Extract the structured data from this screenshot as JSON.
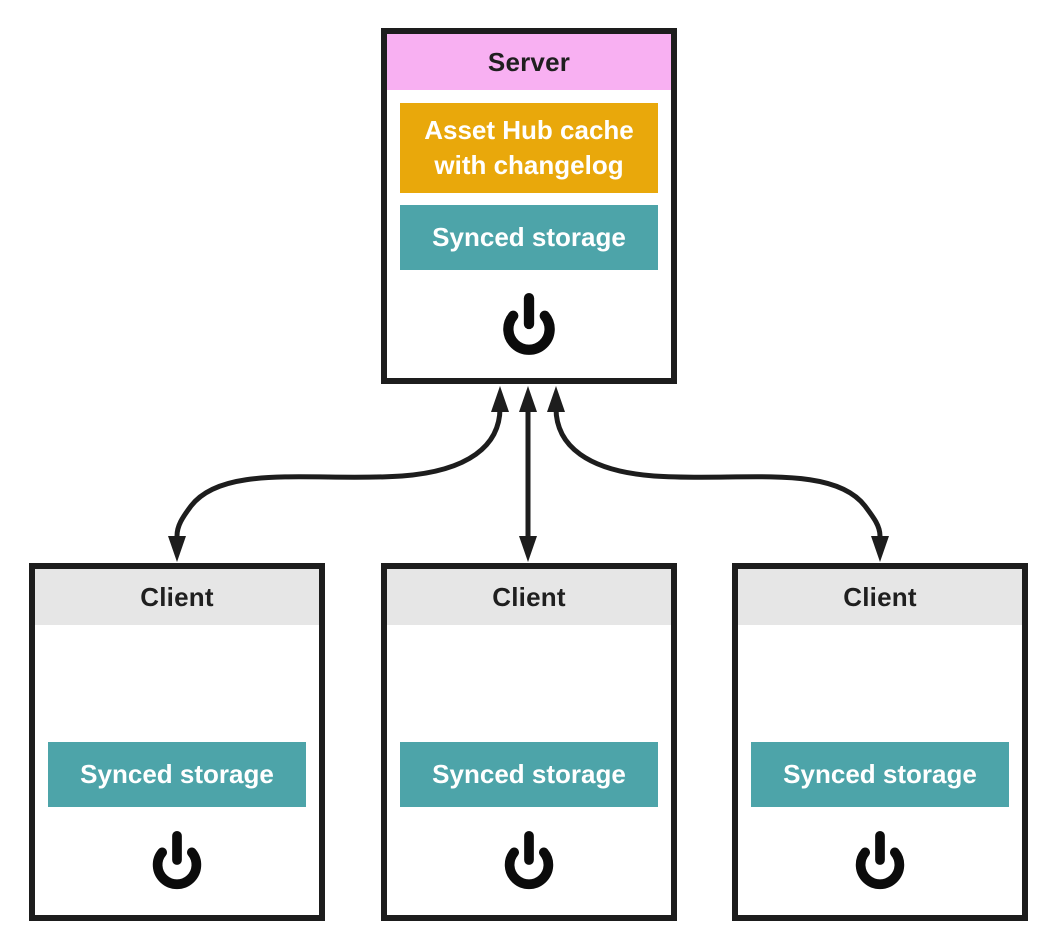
{
  "colors": {
    "border": "#1d1d1d",
    "arrow": "#1d1d1d",
    "server_header_bg": "#f8b0f2",
    "client_header_bg": "#e6e6e6",
    "asset_hub_bg": "#e9a80b",
    "synced_storage_bg": "#4da4a9",
    "header_text": "#1f1f1f",
    "block_text": "#ffffff"
  },
  "server": {
    "title": "Server",
    "blocks": [
      {
        "label": "Asset Hub cache with changelog"
      },
      {
        "label": "Synced storage"
      }
    ],
    "icon": "power-icon"
  },
  "clients": [
    {
      "title": "Client",
      "blocks": [
        {
          "label": "Synced storage"
        }
      ],
      "icon": "power-icon"
    },
    {
      "title": "Client",
      "blocks": [
        {
          "label": "Synced storage"
        }
      ],
      "icon": "power-icon"
    },
    {
      "title": "Client",
      "blocks": [
        {
          "label": "Synced storage"
        }
      ],
      "icon": "power-icon"
    }
  ],
  "connections": [
    {
      "from": "server",
      "to": "client-1",
      "bidirectional": true
    },
    {
      "from": "server",
      "to": "client-2",
      "bidirectional": true
    },
    {
      "from": "server",
      "to": "client-3",
      "bidirectional": true
    }
  ]
}
